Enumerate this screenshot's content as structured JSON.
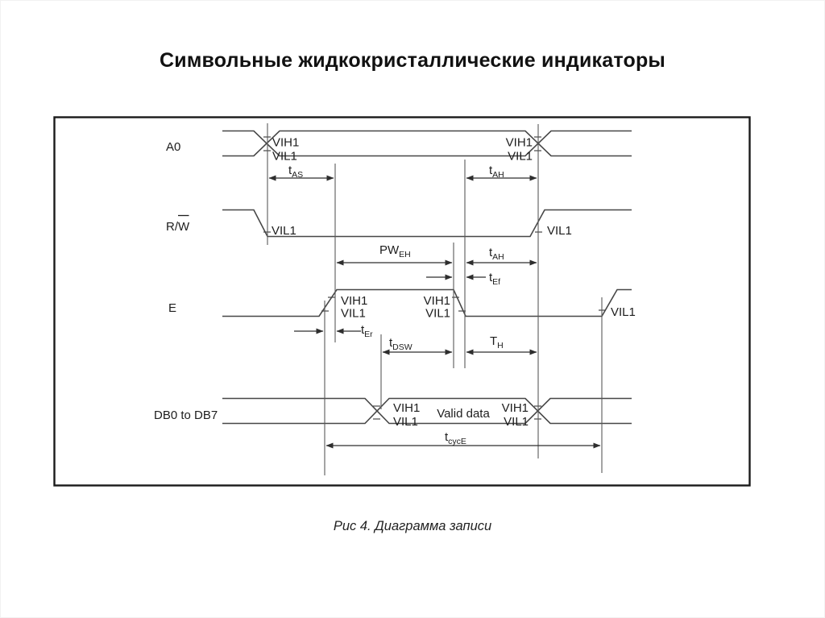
{
  "slide": {
    "title": "Символьные жидкокристаллические индикаторы",
    "caption": "Рис 4. Диаграмма записи"
  },
  "diagram": {
    "type": "timing-diagram",
    "signals": {
      "a0": "A0",
      "rw_prefix": "R/",
      "rw_overlined": "W",
      "e": "E",
      "db": "DB0 to DB7"
    },
    "levels": {
      "vih1": "VIH1",
      "vil1": "VIL1"
    },
    "valid_data": "Valid data",
    "timings": {
      "tas": {
        "main": "t",
        "sub": "AS"
      },
      "tah": {
        "main": "t",
        "sub": "AH"
      },
      "pweh": {
        "main": "PW",
        "sub": "EH"
      },
      "tef": {
        "main": "t",
        "sub": "Ef"
      },
      "ter": {
        "main": "t",
        "sub": "Er"
      },
      "tdsw": {
        "main": "t",
        "sub": "DSW"
      },
      "th": {
        "main": "T",
        "sub": "H"
      },
      "tcyce": {
        "main": "t",
        "sub": "cycE"
      }
    },
    "colors": {
      "border": "#1a1a1a",
      "line": "#474747",
      "text": "#1d1d1d",
      "background": "#ffffff"
    }
  }
}
